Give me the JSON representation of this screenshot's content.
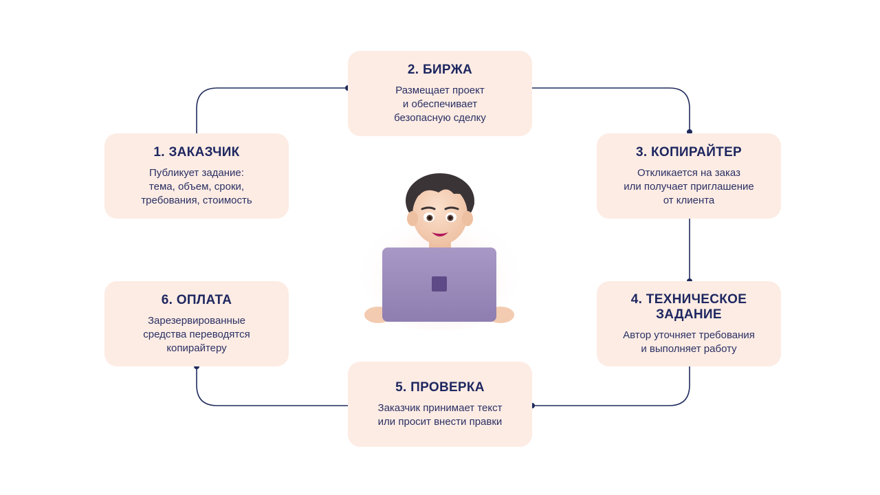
{
  "steps": [
    {
      "title": "1. ЗАКАЗЧИК",
      "desc": "Публикует задание:\nтема, объем, сроки,\nтребования, стоимость"
    },
    {
      "title": "2. БИРЖА",
      "desc": "Размещает проект\nи обеспечивает\nбезопасную сделку"
    },
    {
      "title": "3. КОПИРАЙТЕР",
      "desc": "Откликается на заказ\nили получает приглашение\nот клиента"
    },
    {
      "title": "4. ТЕХНИЧЕСКОЕ\nЗАДАНИЕ",
      "desc": "Автор уточняет требования\nи выполняет работу"
    },
    {
      "title": "5. ПРОВЕРКА",
      "desc": "Заказчик принимает текст\nили просит внести правки"
    },
    {
      "title": "6. ОПЛАТА",
      "desc": "Зарезервированные\nсредства переводятся\nкопирайтеру"
    }
  ],
  "colors": {
    "card_bg": "#fdece4",
    "text": "#1e2760",
    "line": "#1f2a5c",
    "laptop": "#9a8ab8"
  },
  "icons": {
    "center": "person-with-laptop-icon"
  }
}
